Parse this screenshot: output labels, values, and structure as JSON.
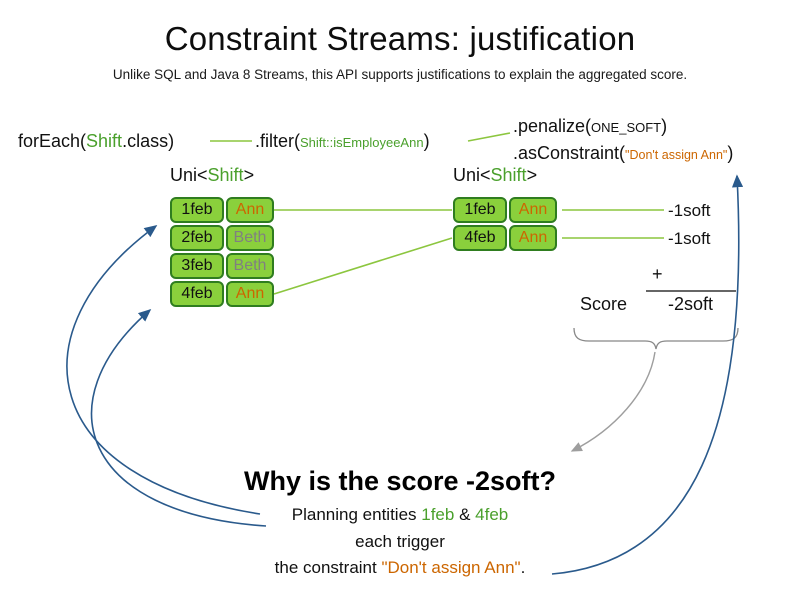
{
  "title": "Constraint Streams: justification",
  "subtitle": "Unlike SQL and Java 8 Streams, this API supports justifications to explain the aggregated score.",
  "code": {
    "foreach": {
      "prefix": "forEach(",
      "arg": "Shift",
      "suffix": ".class)"
    },
    "filter": {
      "prefix": ".filter(",
      "arg": "Shift::isEmployeeAnn",
      "suffix": ")"
    },
    "penalize": {
      "prefix": ".penalize(",
      "arg": "ONE_SOFT",
      "suffix": ")"
    },
    "as_constraint": {
      "prefix": ".asConstraint(",
      "arg": "\"Don't assign Ann\"",
      "suffix": ")"
    }
  },
  "uni_label": {
    "prefix": "Uni<",
    "type": "Shift",
    "suffix": ">"
  },
  "left_table": {
    "rows": [
      {
        "date": "1feb",
        "name": "Ann"
      },
      {
        "date": "2feb",
        "name": "Beth"
      },
      {
        "date": "3feb",
        "name": "Beth"
      },
      {
        "date": "4feb",
        "name": "Ann"
      }
    ]
  },
  "right_table": {
    "rows": [
      {
        "date": "1feb",
        "name": "Ann"
      },
      {
        "date": "4feb",
        "name": "Ann"
      }
    ]
  },
  "score_panel": {
    "row_scores": [
      "-1soft",
      "-1soft"
    ],
    "plus": "+",
    "label": "Score",
    "total": "-2soft"
  },
  "why": {
    "heading": "Why is the score -2soft?",
    "line1": {
      "prefix": "Planning entities ",
      "date1": "1feb",
      "mid": " & ",
      "date2": "4feb"
    },
    "line2": "each trigger",
    "line3": {
      "prefix": "the constraint ",
      "quote": "\"Don't assign Ann\"",
      "suffix": "."
    }
  },
  "colors": {
    "green_text": "#4aa02c",
    "green_line": "#8cc63f",
    "cell_fill": "#8ad03c",
    "cell_border": "#2f7d1f",
    "orange": "#cc6600",
    "gray_name": "#808080",
    "blue_arrow": "#2a5a8c",
    "gray_arrow": "#9e9e9e"
  }
}
